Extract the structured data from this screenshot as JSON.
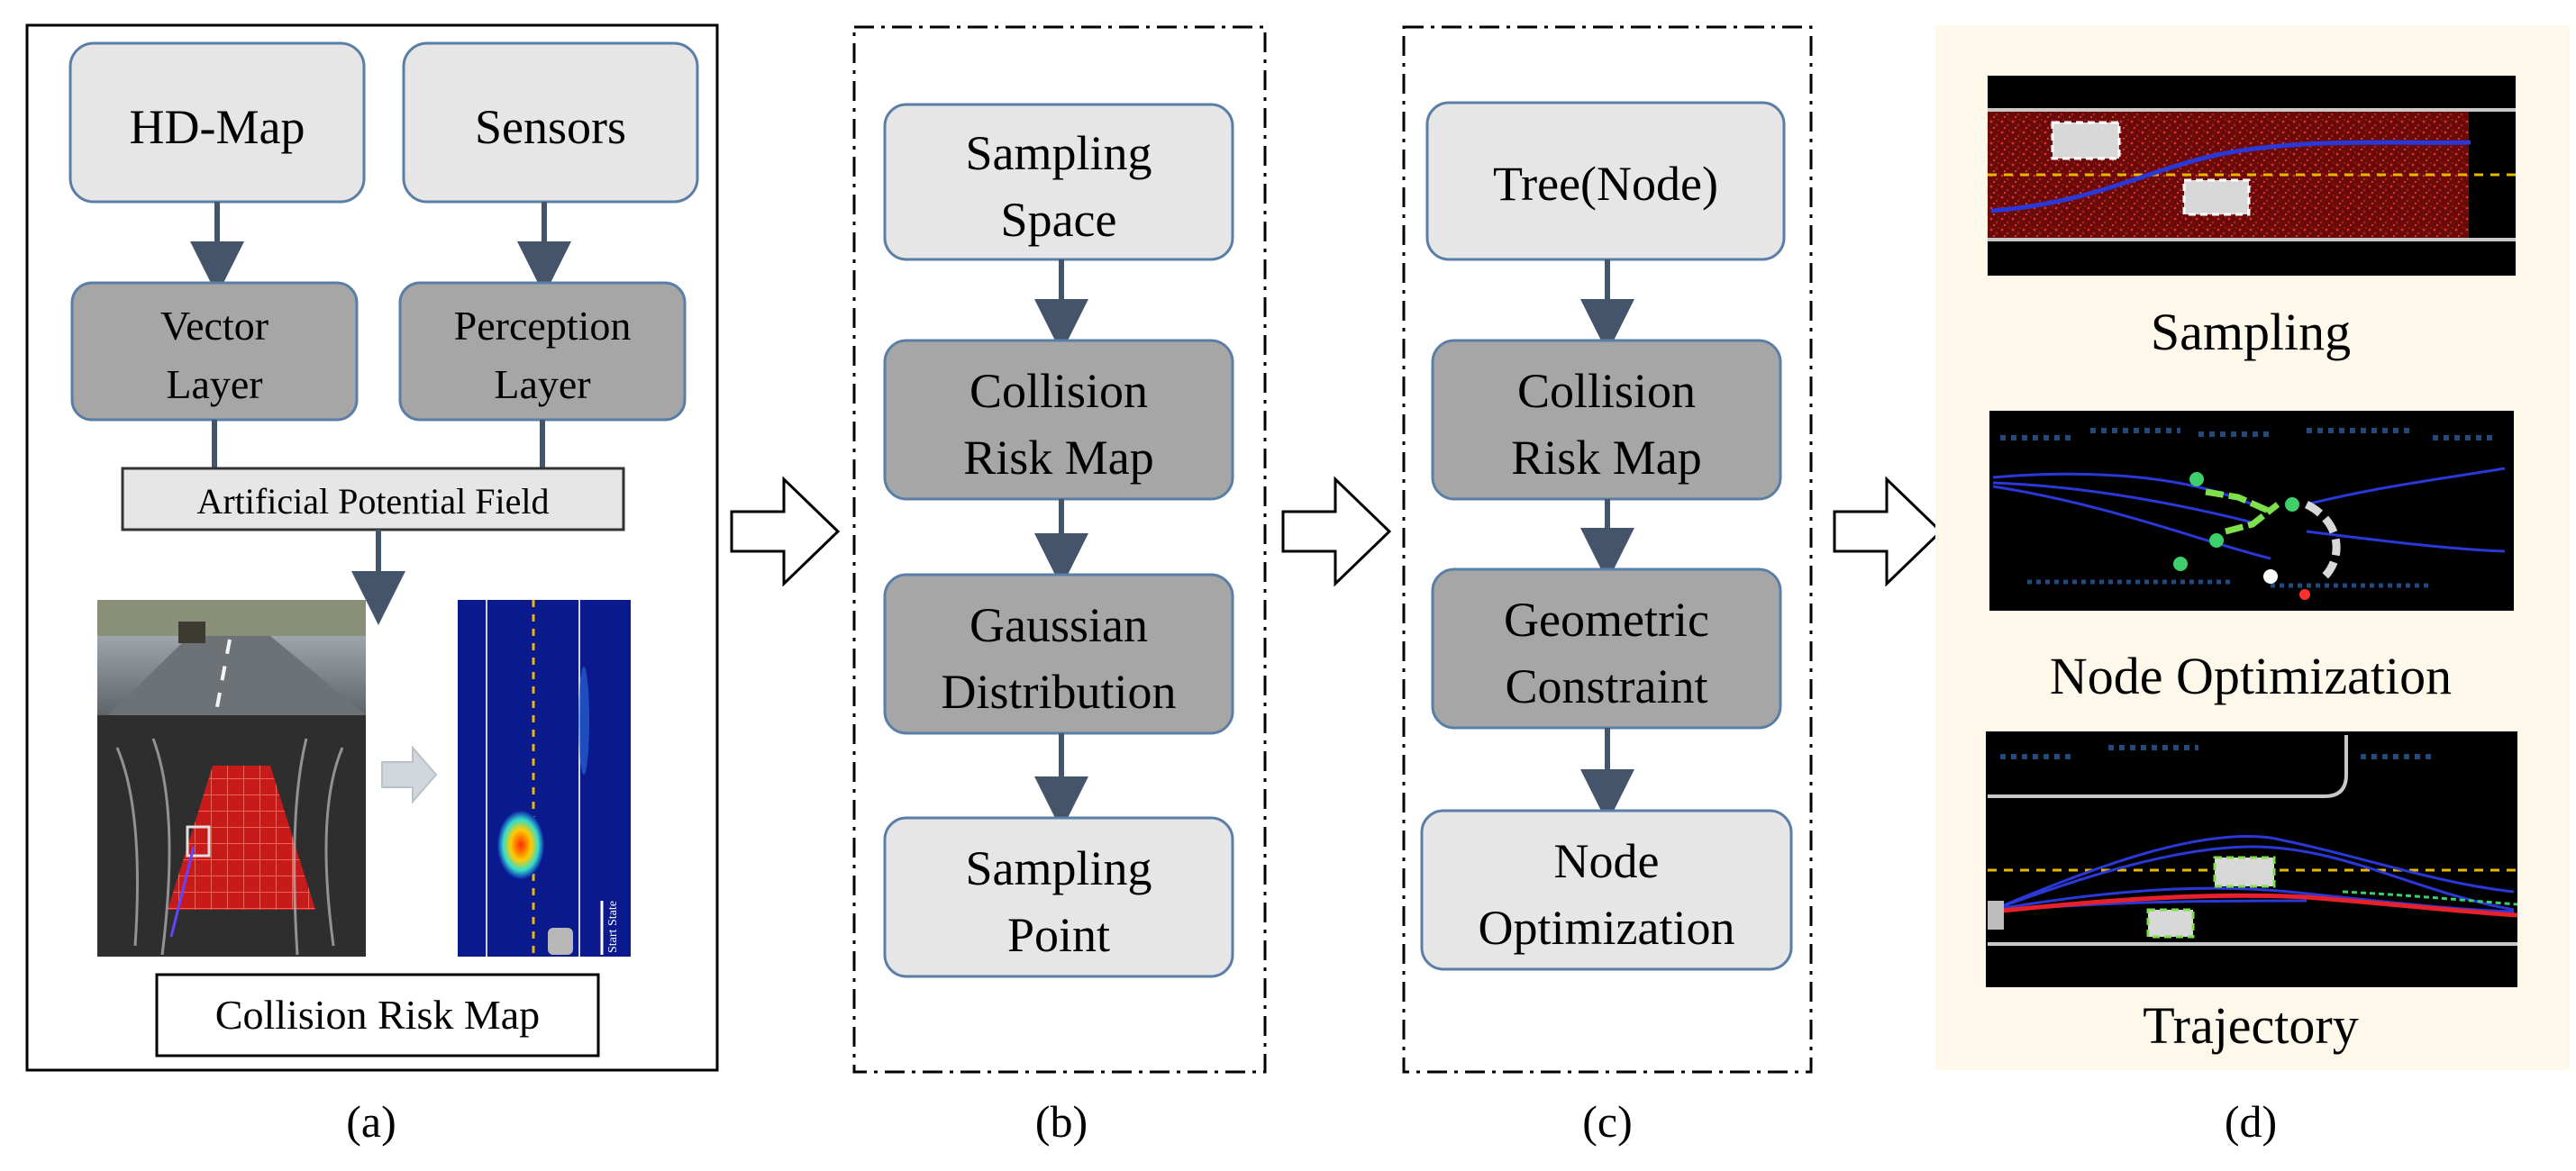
{
  "panel_a": {
    "hd_map": "HD-Map",
    "sensors": "Sensors",
    "vector_layer": [
      "Vector",
      "Layer"
    ],
    "perception_layer": [
      "Perception",
      "Layer"
    ],
    "apf": "Artificial Potential Field",
    "crm": "Collision Risk Map",
    "start_state": "Start State"
  },
  "panel_b": {
    "sampling_space": [
      "Sampling",
      "Space"
    ],
    "collision_risk_map": [
      "Collision",
      "Risk Map"
    ],
    "gaussian": [
      "Gaussian",
      "Distribution"
    ],
    "sampling_point": [
      "Sampling",
      "Point"
    ]
  },
  "panel_c": {
    "tree": "Tree(Node)",
    "collision_risk_map": [
      "Collision",
      "Risk Map"
    ],
    "geometric": [
      "Geometric",
      "Constraint"
    ],
    "node_opt": [
      "Node",
      "Optimization"
    ]
  },
  "panel_d": {
    "sampling": "Sampling",
    "node_opt": "Node Optimization",
    "trajectory": "Trajectory"
  },
  "captions": [
    "(a)",
    "(b)",
    "(c)",
    "(d)"
  ],
  "colors": {
    "light_box": "#e6e6e6",
    "dark_box": "#a6a6a6",
    "box_border": "#5a7ea6",
    "arrow": "#44546a",
    "panel_d_bg": "#fdf8ea"
  }
}
